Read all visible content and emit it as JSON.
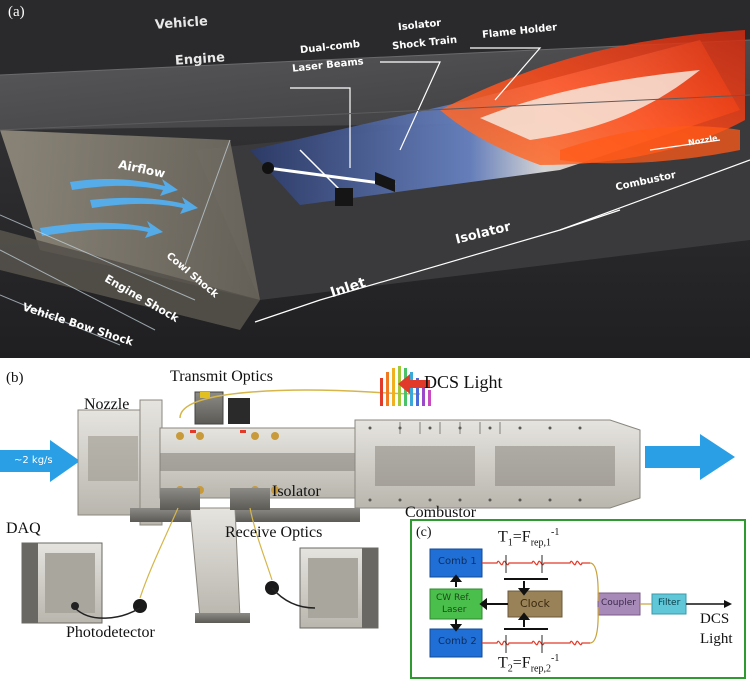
{
  "panel_a": {
    "tag": "(a)",
    "labels": {
      "vehicle": "Vehicle",
      "engine": "Engine",
      "dual_comb": "Dual-comb",
      "laser_beams": "Laser Beams",
      "isolator_shock": "Isolator",
      "shock_train": "Shock Train",
      "flame_holder": "Flame Holder",
      "nozzle": "Nozzle",
      "airflow": "Airflow",
      "combustor": "Combustor",
      "isolator": "Isolator",
      "cowl_shock": "Cowl Shock",
      "inlet": "Inlet",
      "engine_shock": "Engine Shock",
      "vehicle_bow_shock": "Vehicle Bow Shock"
    }
  },
  "panel_b": {
    "tag": "(b)",
    "labels": {
      "transmit_optics": "Transmit Optics",
      "dcs_light": "DCS Light",
      "nozzle": "Nozzle",
      "flow_rate": "~2 kg/s",
      "isolator": "Isolator",
      "combustor": "Combustor",
      "daq": "DAQ",
      "receive_optics": "Receive Optics",
      "photodetector": "Photodetector"
    }
  },
  "panel_c": {
    "tag": "(c)",
    "labels": {
      "comb1": "Comb 1",
      "comb2": "Comb 2",
      "cw_ref_1": "CW Ref.",
      "cw_ref_2": "Laser",
      "clock": "Clock",
      "coupler": "Coupler",
      "filter": "Filter",
      "dcs": "DCS",
      "light": "Light",
      "t1": "T",
      "t1_sub": "1",
      "t1_eq": "=F",
      "t1_fsub": "rep,1",
      "t1_sup": "-1",
      "t2": "T",
      "t2_sub": "2",
      "t2_eq": "=F",
      "t2_fsub": "rep,2",
      "t2_sup": "-1"
    }
  },
  "colors": {
    "panel_a_bg": "#2e2e30",
    "comb_blue": "#1f6fd6",
    "cw_green": "#4bbf4b",
    "clock_brown": "#9a8258",
    "coupler_purple": "#a88ab8",
    "filter_cyan": "#5fc7d8",
    "frame_green": "#2f9a2f",
    "flow_arrow": "#2a9fe6",
    "dcs_red": "#e23a2a"
  }
}
